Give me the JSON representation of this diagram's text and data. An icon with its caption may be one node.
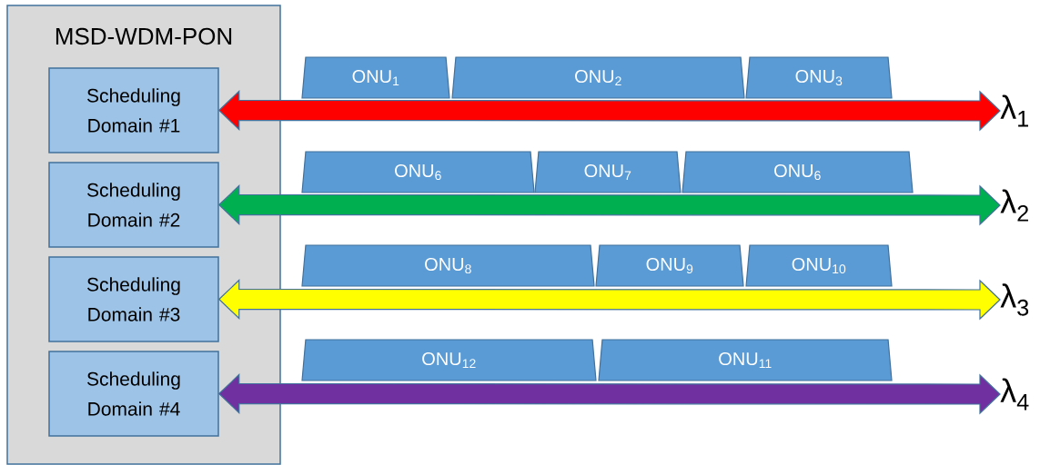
{
  "diagram": {
    "nodes": [
      {
        "text": [
          "MSD-WDM-PON"
        ]
      },
      {
        "text": [
          "Scheduling Domain #1"
        ],
        "in": 0
      },
      {
        "text": [
          "Scheduling Domain #2"
        ],
        "in": 0
      },
      {
        "text": [
          "Scheduling Domain #3"
        ],
        "in": 0
      },
      {
        "text": [
          "Scheduling Domain #4"
        ],
        "in": 0
      },
      {
        "text": [
          "λ$_{1}$"
        ]
      },
      {
        "text": [
          "λ$_{2}$"
        ]
      },
      {
        "text": [
          "λ$_{3}$"
        ]
      },
      {
        "text": [
          "λ$_{4}$"
        ]
      },
      {
        "text": [
          "ONU$_{1}$"
        ]
      },
      {
        "text": [
          "ONU$_{2}$"
        ]
      },
      {
        "text": [
          "ONU$_{3}$"
        ]
      },
      {
        "text": [
          "ONU$_{6}$"
        ]
      },
      {
        "text": [
          "ONU$_{7}$"
        ]
      },
      {
        "text": [
          "ONU$_{6}$"
        ]
      },
      {
        "text": [
          "ONU$_{8}$"
        ]
      },
      {
        "text": [
          "ONU$_{9}$"
        ]
      },
      {
        "text": [
          "ONU$_{10}$"
        ]
      },
      {
        "text": [
          "ONU$_{12}$"
        ]
      },
      {
        "text": [
          "ONU$_{11}$"
        ]
      }
    ],
    "edges": [
      {
        "from": 1,
        "to": 5,
        "arrow": "both",
        "color": "#ff0000"
      },
      {
        "from": 2,
        "to": 6,
        "arrow": "both",
        "color": "#00b050"
      },
      {
        "from": 3,
        "to": 7,
        "arrow": "both",
        "color": "#ffff00"
      },
      {
        "from": 4,
        "to": 8,
        "arrow": "both",
        "color": "#7030a0"
      }
    ]
  }
}
